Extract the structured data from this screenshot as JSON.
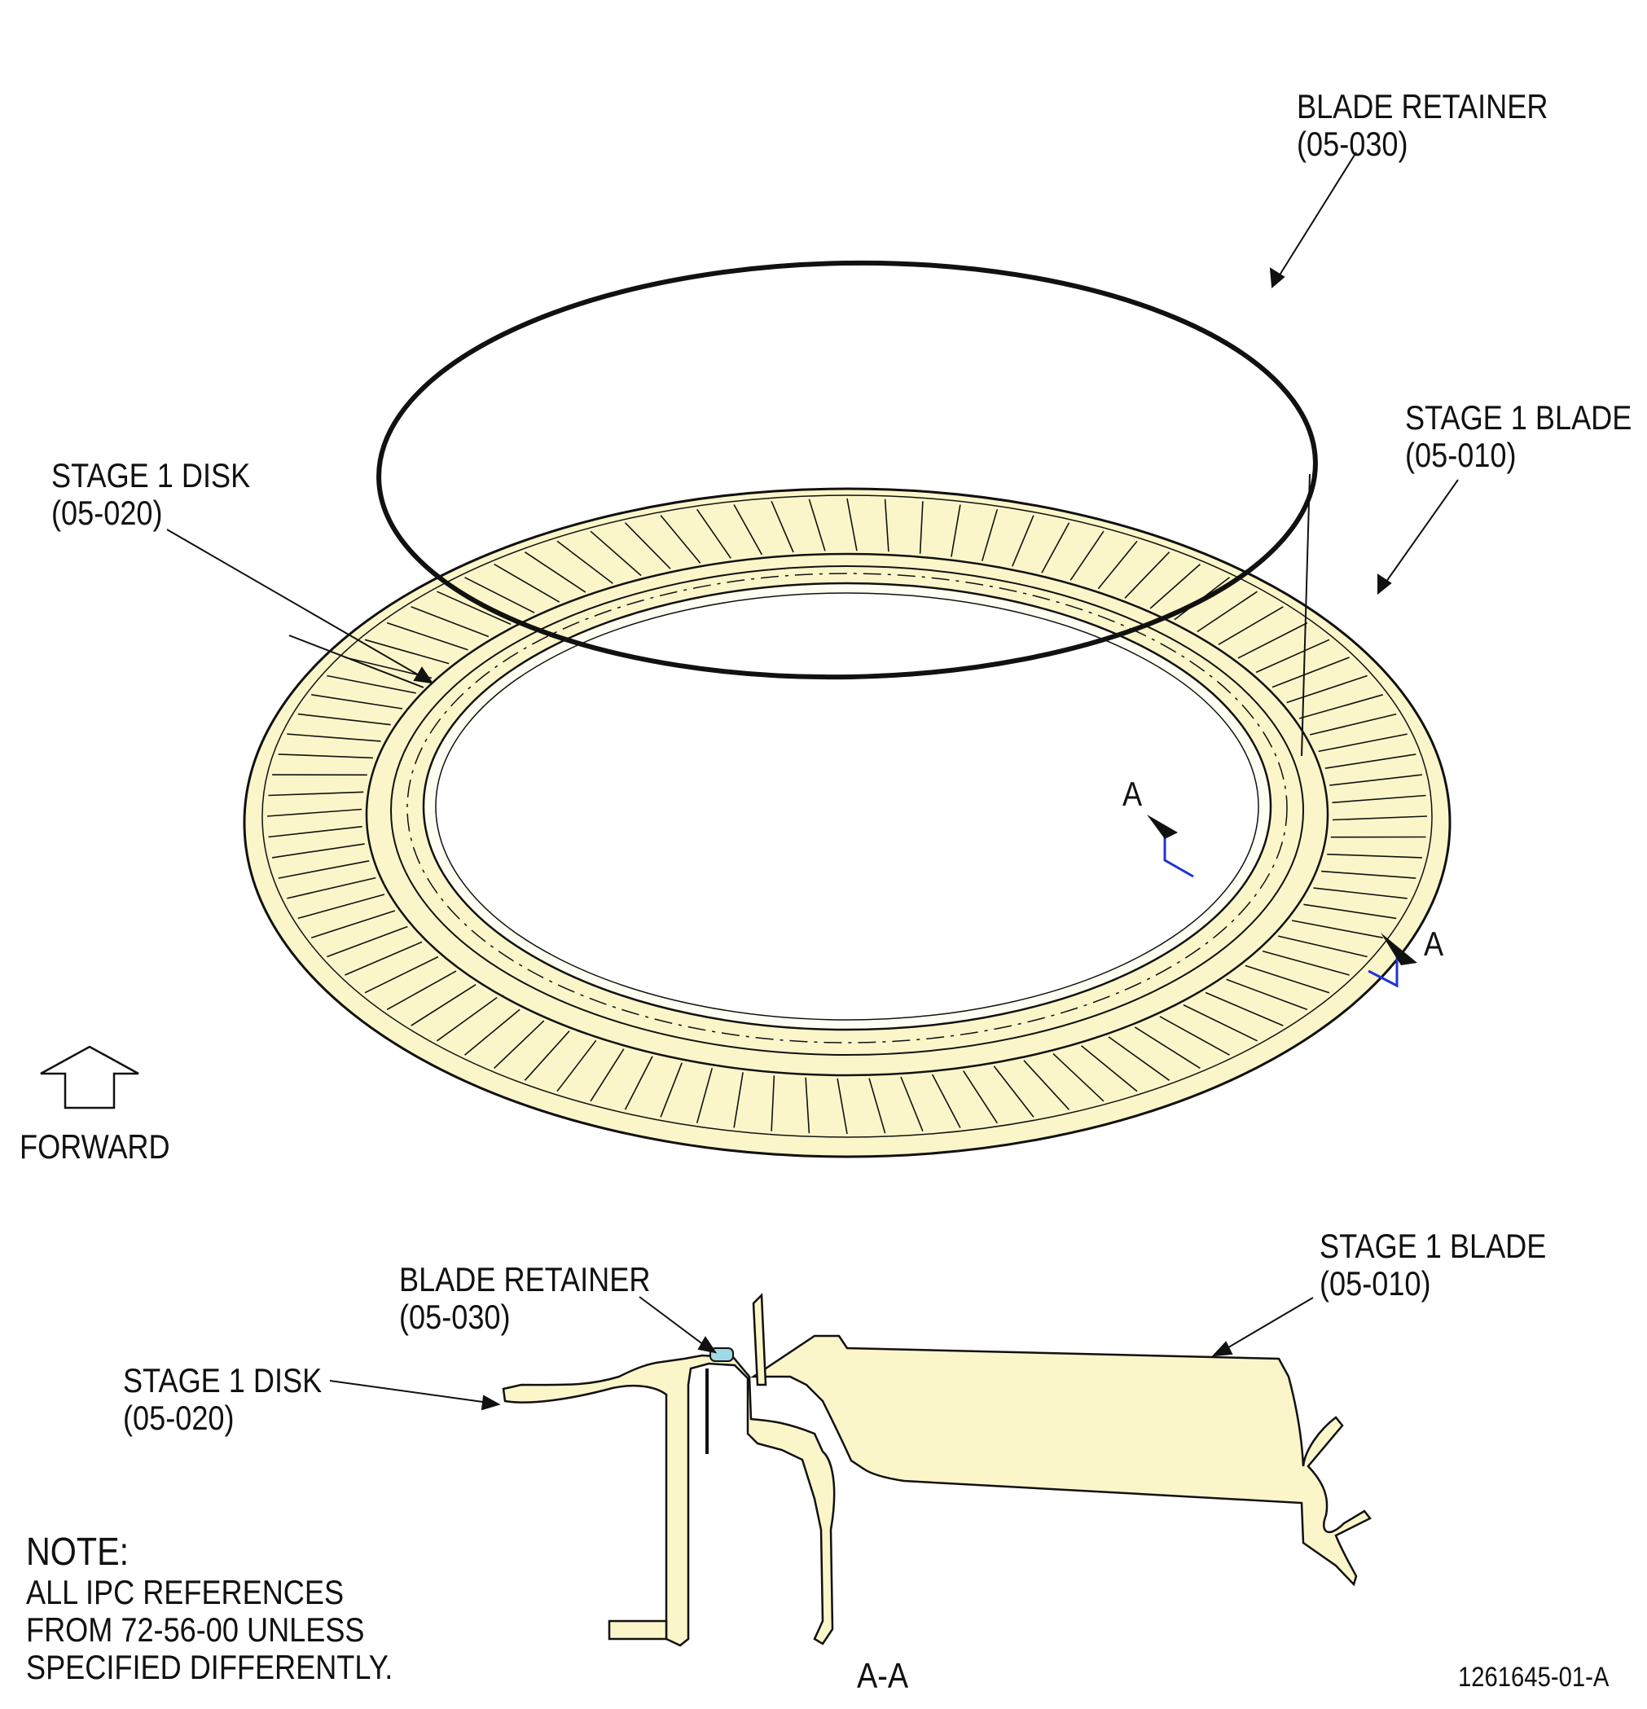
{
  "colors": {
    "part_fill": "#fbf6c9",
    "line": "#111111",
    "section_cut": "#1f33d6",
    "retainer_fill": "#9fd8e6"
  },
  "labels": {
    "blade_retainer_top": {
      "name": "BLADE RETAINER",
      "ref": "(05-030)"
    },
    "stage1_blade_top": {
      "name": "STAGE 1 BLADE",
      "ref": "(05-010)"
    },
    "stage1_disk_top": {
      "name": "STAGE 1 DISK",
      "ref": "(05-020)"
    },
    "blade_retainer_section": {
      "name": "BLADE RETAINER",
      "ref": "(05-030)"
    },
    "stage1_blade_section": {
      "name": "STAGE 1 BLADE",
      "ref": "(05-010)"
    },
    "stage1_disk_section": {
      "name": "STAGE 1 DISK",
      "ref": "(05-020)"
    }
  },
  "section_markers": {
    "letter": "A",
    "view_title": "A-A"
  },
  "forward": {
    "label": "FORWARD",
    "icon": "forward-arrow-icon"
  },
  "note": {
    "heading": "NOTE:",
    "lines": [
      "ALL IPC REFERENCES",
      "FROM 72-56-00 UNLESS",
      "SPECIFIED DIFFERENTLY."
    ]
  },
  "figure_number": "1261645-01-A",
  "blade_count": 96
}
